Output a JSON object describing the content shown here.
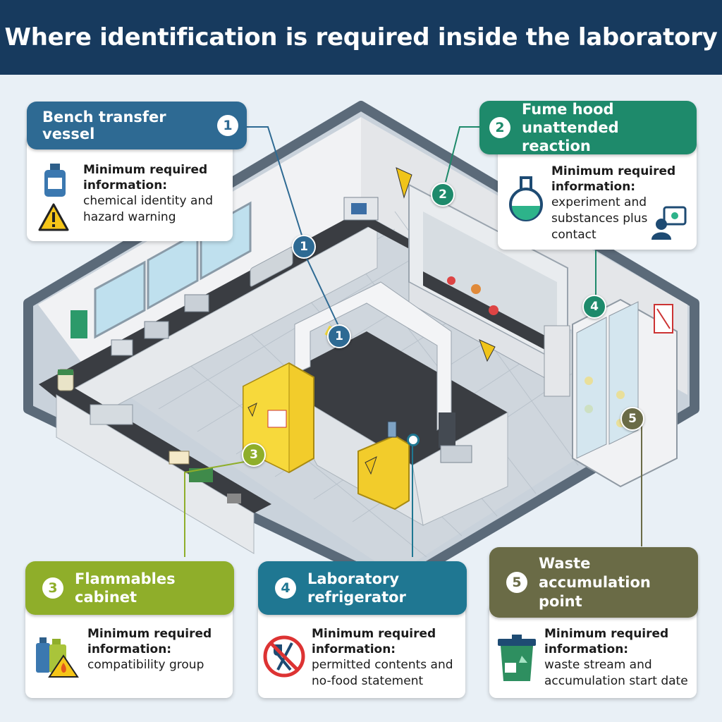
{
  "title": "Where identification is required inside the laboratory",
  "label_prefix": "Minimum required information:",
  "callouts": [
    {
      "number": "1",
      "name": "Bench transfer vessel",
      "info": "chemical identity and hazard warning",
      "color": "#2e6a93",
      "icon": "bottle-icon"
    },
    {
      "number": "2",
      "name": "Fume hood unattended reaction",
      "info": "experiment and substances plus contact",
      "color": "#1e8a6b",
      "icon": "flask-icon"
    },
    {
      "number": "3",
      "name": "Flammables cabinet",
      "info": "compatibility group",
      "color": "#8fae2a",
      "icon": "containers-icon"
    },
    {
      "number": "4",
      "name": "Laboratory refrigerator",
      "info": "permitted contents and no-food statement",
      "color": "#1f7792",
      "icon": "no-food-icon"
    },
    {
      "number": "5",
      "name": "Waste accumulation point",
      "info": "waste stream and accumulation start date",
      "color": "#6a6b46",
      "icon": "waste-bin-icon"
    }
  ],
  "markers": [
    "1",
    "1",
    "2",
    "3",
    "4",
    "5"
  ]
}
